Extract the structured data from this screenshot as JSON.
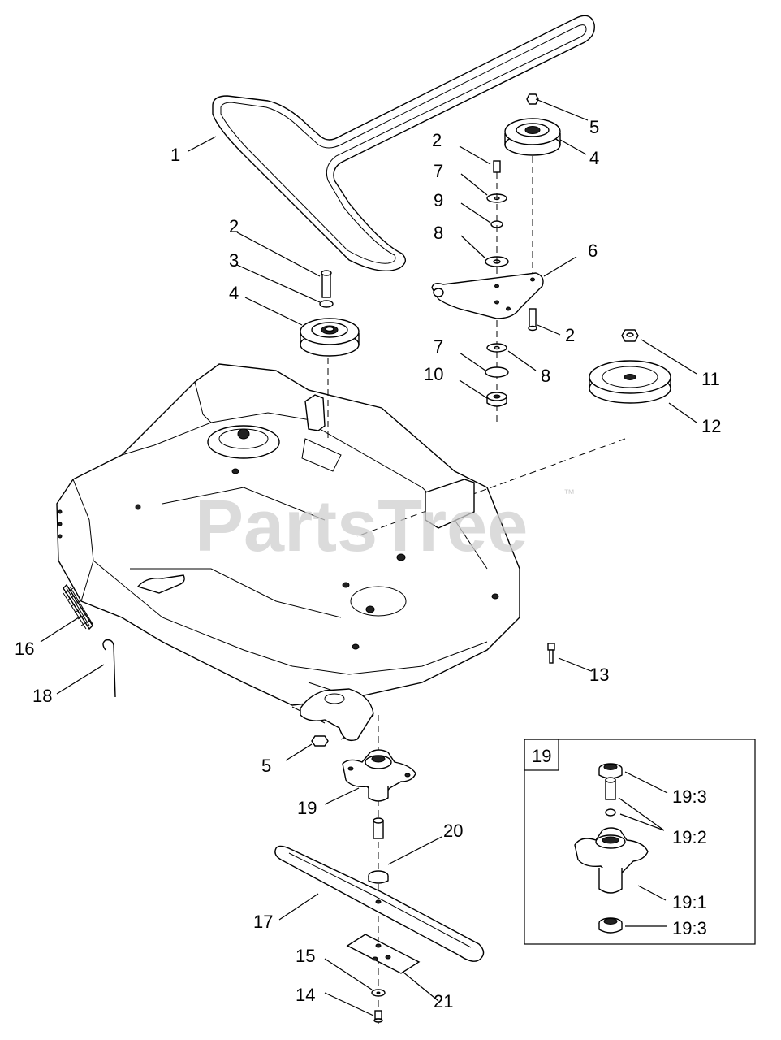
{
  "watermark": {
    "text": "PartsTree",
    "trademark": "™"
  },
  "inset": {
    "label": "19"
  },
  "callouts": [
    {
      "id": "c1",
      "label": "1"
    },
    {
      "id": "c2a",
      "label": "2"
    },
    {
      "id": "c2b",
      "label": "2"
    },
    {
      "id": "c2c",
      "label": "2"
    },
    {
      "id": "c3",
      "label": "3"
    },
    {
      "id": "c4a",
      "label": "4"
    },
    {
      "id": "c4b",
      "label": "4"
    },
    {
      "id": "c5a",
      "label": "5"
    },
    {
      "id": "c5b",
      "label": "5"
    },
    {
      "id": "c6",
      "label": "6"
    },
    {
      "id": "c7a",
      "label": "7"
    },
    {
      "id": "c7b",
      "label": "7"
    },
    {
      "id": "c8a",
      "label": "8"
    },
    {
      "id": "c8b",
      "label": "8"
    },
    {
      "id": "c9",
      "label": "9"
    },
    {
      "id": "c10",
      "label": "10"
    },
    {
      "id": "c11",
      "label": "11"
    },
    {
      "id": "c12",
      "label": "12"
    },
    {
      "id": "c13",
      "label": "13"
    },
    {
      "id": "c14",
      "label": "14"
    },
    {
      "id": "c15",
      "label": "15"
    },
    {
      "id": "c16",
      "label": "16"
    },
    {
      "id": "c17",
      "label": "17"
    },
    {
      "id": "c18",
      "label": "18"
    },
    {
      "id": "c19",
      "label": "19"
    },
    {
      "id": "c20",
      "label": "20"
    },
    {
      "id": "c21",
      "label": "21"
    },
    {
      "id": "c19-3a",
      "label": "19:3"
    },
    {
      "id": "c19-2",
      "label": "19:2"
    },
    {
      "id": "c19-1",
      "label": "19:1"
    },
    {
      "id": "c19-3b",
      "label": "19:3"
    }
  ]
}
